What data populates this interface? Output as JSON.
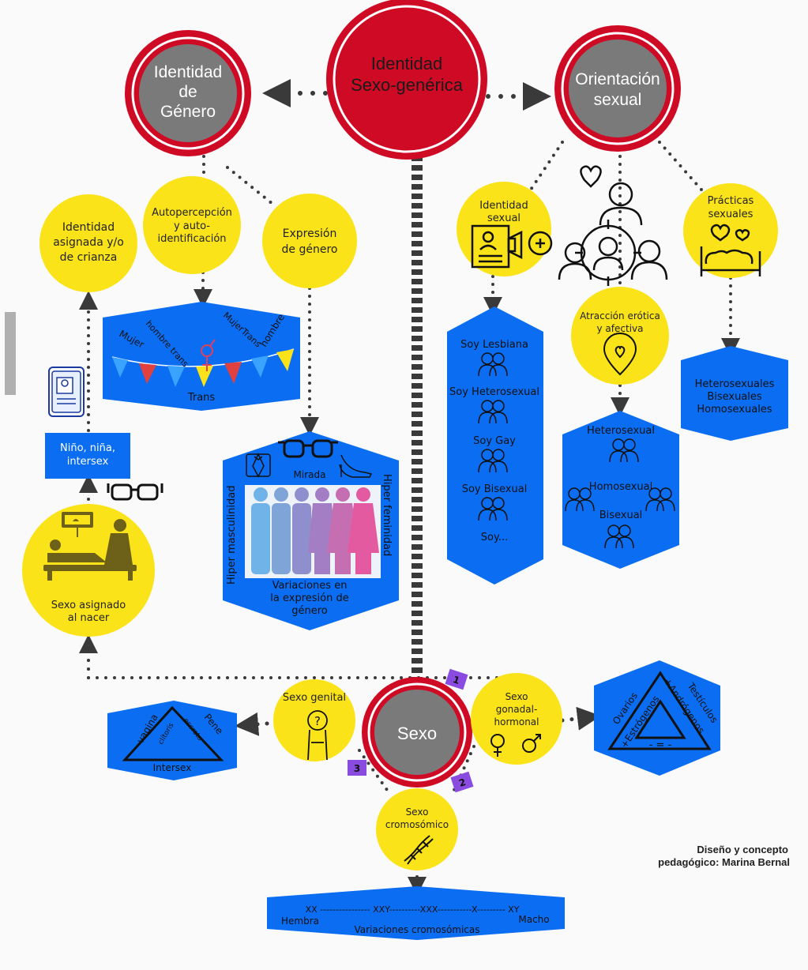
{
  "colors": {
    "red": "#cf0a25",
    "gray": "#7a7a7a",
    "yellow": "#fbe319",
    "blue": "#0a6df2",
    "purple": "#8a4be0",
    "line": "#3a3a3a"
  },
  "center": {
    "line1": "Identidad",
    "line2": "Sexo-genérica"
  },
  "gender_identity": {
    "line1": "Identidad",
    "line2": "de",
    "line3": "Género"
  },
  "orientation": {
    "line1": "Orientación",
    "line2": "sexual"
  },
  "sex": {
    "label": "Sexo"
  },
  "assigned": {
    "line1": "Identidad",
    "line2": "asignada y/o",
    "line3": "de crianza"
  },
  "autoperception": {
    "line1": "Autopercepción",
    "line2": "y auto-",
    "line3": "identificación"
  },
  "expression": {
    "line1": "Expresión",
    "line2": "de género"
  },
  "trans_banner": {
    "mujer": "Mujer",
    "hombre_trans": "hombre trans",
    "mujer_trans": "MujerTrans",
    "hombre": "hombre",
    "trans": "Trans"
  },
  "child_box": {
    "line1": "Niño, niña,",
    "line2": "intersex"
  },
  "assigned_birth": {
    "line1": "Sexo asignado",
    "line2": "al nacer"
  },
  "expression_box": {
    "mirada": "Mirada",
    "hiper_masc": "Hiper masculinidad",
    "hiper_fem": "Hiper feminidad",
    "line1": "Variaciones en",
    "line2": "la expresión de",
    "line3": "género"
  },
  "sexual_identity": {
    "line1": "Identidad",
    "line2": "sexual"
  },
  "identity_list": [
    "Soy Lesbiana",
    "Soy Heterosexual",
    "Soy Gay",
    "Soy Bisexual",
    "Soy..."
  ],
  "attraction": {
    "line1": "Atracción erótica",
    "line2": "y afectiva"
  },
  "attraction_list": [
    "Heterosexual",
    "Homosexual",
    "Bisexual"
  ],
  "practices": {
    "line1": "Prácticas",
    "line2": "sexuales"
  },
  "practices_list": [
    "Heterosexuales",
    "Bisexuales",
    "Homosexuales"
  ],
  "genital": {
    "label": "Sexo genital"
  },
  "genital_box": {
    "vagina": "vagina",
    "clitoris": "clítoris",
    "pene": "Pene",
    "escroto": "escroto",
    "intersex": "Intersex"
  },
  "gonadal": {
    "line1": "Sexo",
    "line2": "gonadal-",
    "line3": "hormonal"
  },
  "hormone_box": {
    "ovarios": "Ovarios",
    "testiculos": "Testículos",
    "estrogenos": "+Estrógenos",
    "androgenos": "+Andrógenos",
    "minus": "- = -"
  },
  "chromosomal": {
    "line1": "Sexo",
    "line2": "cromosómico"
  },
  "chromo_box": {
    "scale": "XX ---------------- XXY----------XXX-----------X--------- XY",
    "hembra": "Hembra",
    "macho": "Macho",
    "label": "Variaciones cromosómicas"
  },
  "badges": [
    "1",
    "2",
    "3"
  ],
  "credit": {
    "line1": "Diseño y concepto",
    "line2": "pedagógico: Marina Bernal"
  }
}
